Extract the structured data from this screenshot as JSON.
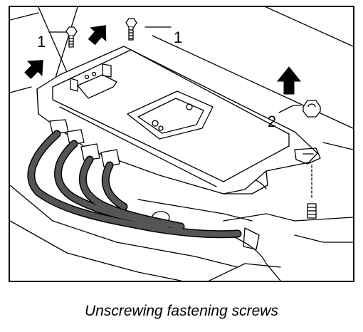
{
  "figure": {
    "callouts": [
      {
        "id": "bolt-left",
        "label": "1"
      },
      {
        "id": "bolt-right",
        "label": "1"
      },
      {
        "id": "nut",
        "label": "2"
      }
    ],
    "icons": [
      "arrow-up-icon",
      "bolt-icon",
      "nut-icon",
      "stud-icon"
    ],
    "colors": {
      "line": "#000000",
      "background": "#ffffff",
      "cable": "#555555"
    }
  },
  "caption": "Unscrewing fastening screws"
}
